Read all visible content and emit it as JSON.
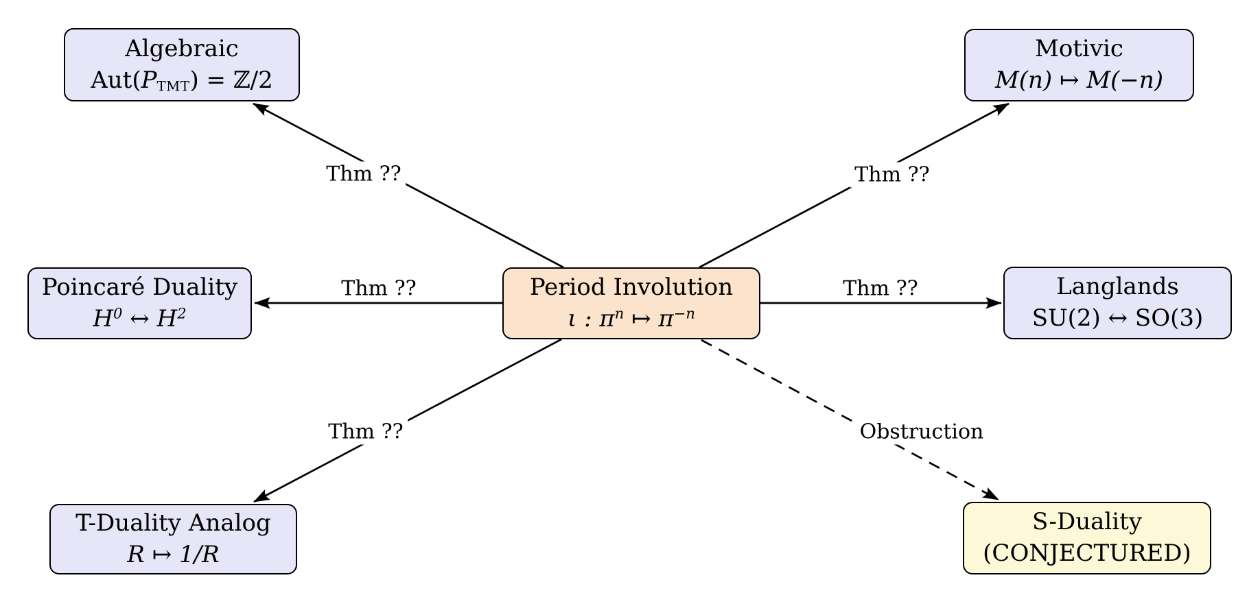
{
  "nodes": {
    "center": {
      "title": "Period Involution",
      "formula": {
        "pre": "ι : π",
        "sup1": "n",
        "mid": " ↦ π",
        "sup2": "−n"
      }
    },
    "algebraic": {
      "title": "Algebraic",
      "formula": {
        "p1": "Aut(",
        "cal": "P",
        "sub": "TMT",
        "p2": ") = ℤ/2"
      }
    },
    "motivic": {
      "title": "Motivic",
      "formula": {
        "text": "M(n) ↦ M(−n)"
      }
    },
    "poincare": {
      "title": "Poincaré Duality",
      "formula": {
        "p1": "H",
        "s1": "0",
        "p2": " ↔ H",
        "s2": "2"
      }
    },
    "langlands": {
      "title": "Langlands",
      "formula": {
        "text": "SU(2) ↔ SO(3)"
      }
    },
    "tduality": {
      "title": "T-Duality Analog",
      "formula": {
        "text": "R ↦ 1/R"
      }
    },
    "sduality": {
      "title": "S-Duality",
      "subtitle": "(CONJECTURED)"
    }
  },
  "edges": {
    "to_algebraic": {
      "label": "Thm ??",
      "style": "solid"
    },
    "to_motivic": {
      "label": "Thm ??",
      "style": "solid"
    },
    "to_poincare": {
      "label": "Thm ??",
      "style": "solid"
    },
    "to_langlands": {
      "label": "Thm ??",
      "style": "solid"
    },
    "to_tduality": {
      "label": "Thm ??",
      "style": "solid"
    },
    "to_sduality": {
      "label": "Obstruction",
      "style": "dashed"
    }
  },
  "colors": {
    "node_blue": "#e6e6f8",
    "node_orange": "#fbe3cc",
    "node_yellow": "#fdf9d8",
    "line": "#000000",
    "background": "#ffffff"
  }
}
